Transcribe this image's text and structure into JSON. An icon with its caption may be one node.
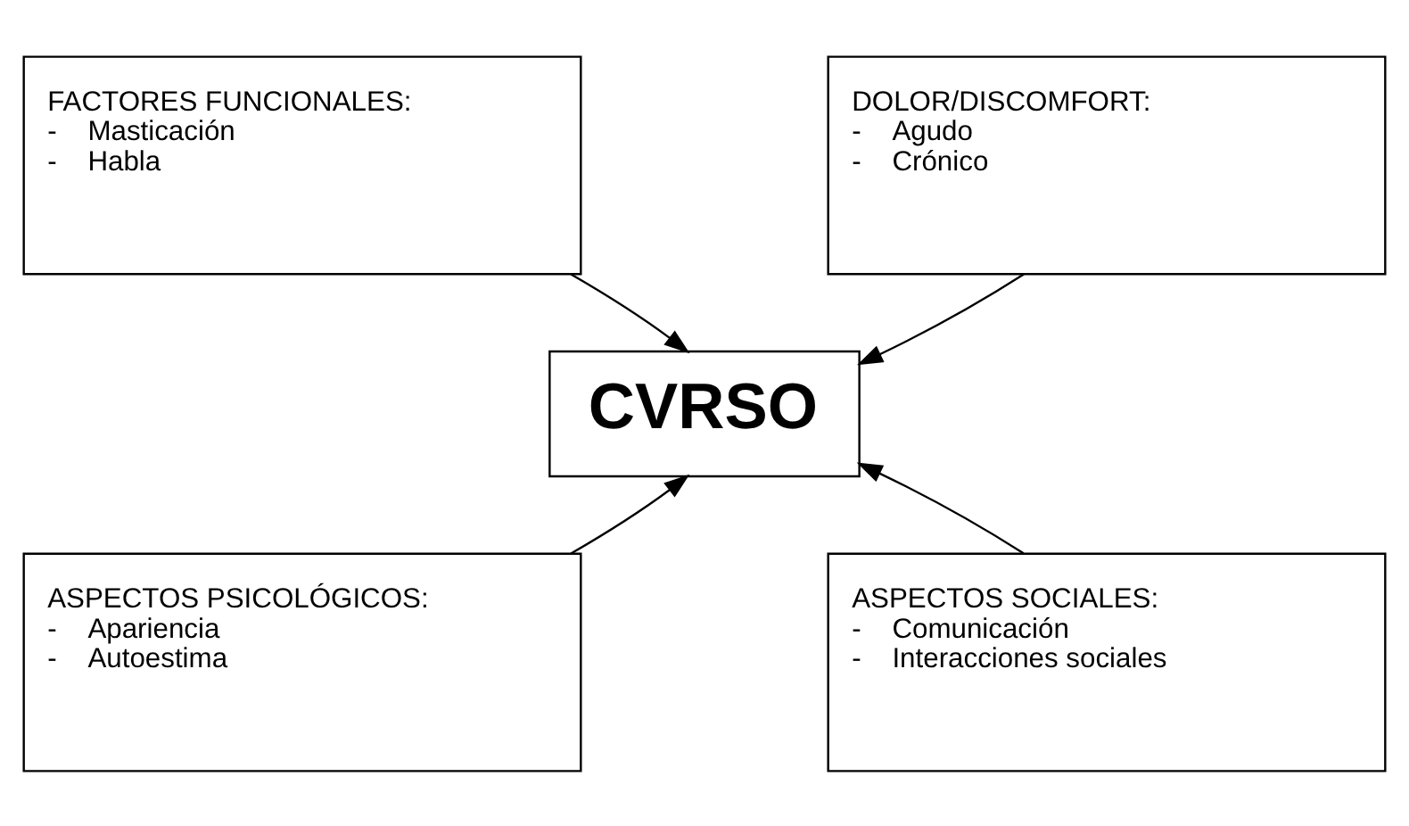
{
  "diagram": {
    "nodes": [
      {
        "text": [
          "FACTORES FUNCIONALES:",
          "-    Masticación",
          "-    Habla"
        ]
      },
      {
        "text": [
          "DOLOR/DISCOMFORT:",
          "-    Agudo",
          "-    Crónico"
        ]
      },
      {
        "text": [
          "CVRSO"
        ]
      },
      {
        "text": [
          "ASPECTOS PSICOLÓGICOS:",
          "-    Apariencia",
          "-    Autoestima"
        ]
      },
      {
        "text": [
          "ASPECTOS SOCIALES:",
          "-    Comunicación",
          "-    Interacciones sociales"
        ]
      }
    ],
    "edges": [
      {
        "from": 0,
        "to": 2,
        "arrow": "to"
      },
      {
        "from": 1,
        "to": 2,
        "arrow": "to"
      },
      {
        "from": 3,
        "to": 2,
        "arrow": "to"
      },
      {
        "from": 4,
        "to": 2,
        "arrow": "to"
      }
    ]
  }
}
